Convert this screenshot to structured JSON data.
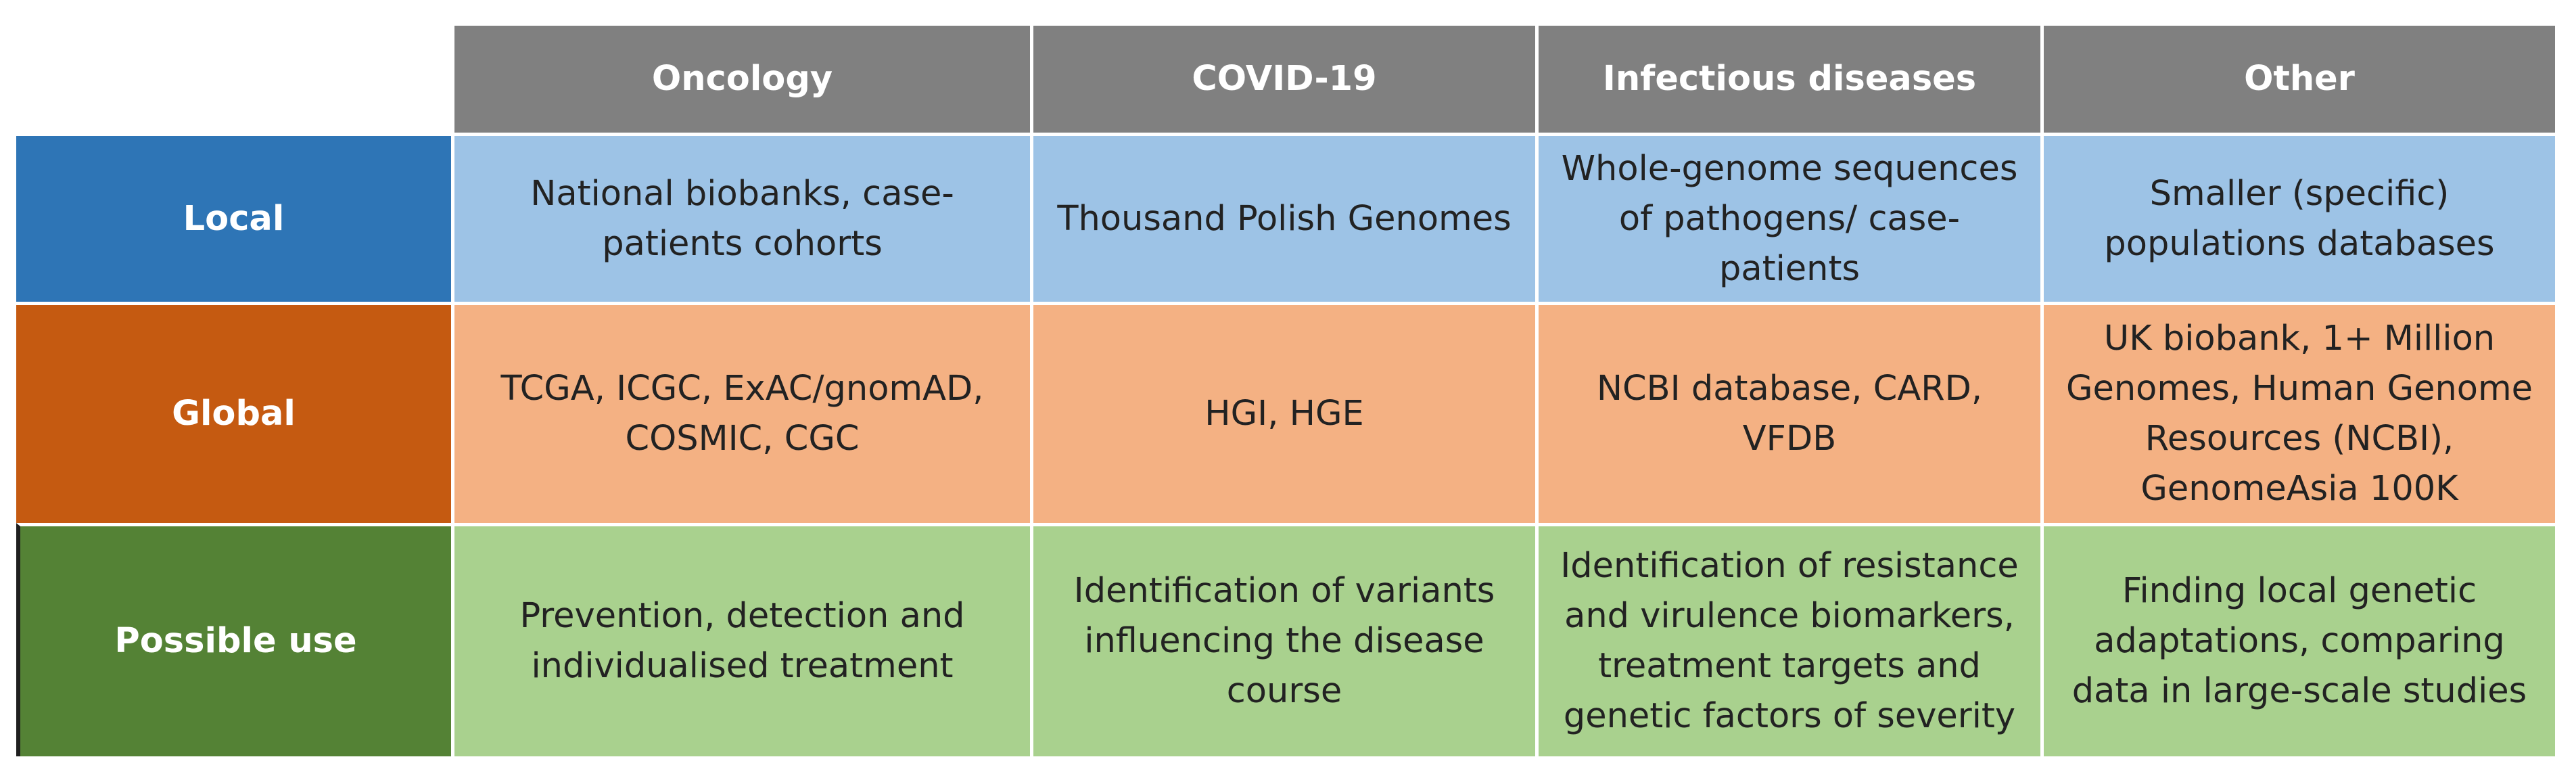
{
  "columns": [
    "Oncology",
    "COVID-19",
    "Infectious diseases",
    "Other"
  ],
  "rows": [
    {
      "label": "Local",
      "cells": [
        "National biobanks, case-patients cohorts",
        "Thousand Polish Genomes",
        "Whole-genome sequences of pathogens/ case-patients",
        "Smaller (specific) populations databases"
      ]
    },
    {
      "label": "Global",
      "cells": [
        "TCGA, ICGC, ExAC/gnomAD, COSMIC, CGC",
        "HGI, HGE",
        "NCBI database, CARD, VFDB",
        "UK biobank, 1+ Million Genomes, Human Genome Resources (NCBI), GenomeAsia 100K"
      ]
    },
    {
      "label": "Possible use",
      "cells": [
        "Prevention, detection and individualised treatment",
        "Identification of variants influencing the disease course",
        "Identification of resistance and virulence biomarkers, treatment targets and genetic factors of severity",
        "Finding local genetic adaptations, comparing data in large-scale studies"
      ]
    }
  ],
  "colors": {
    "header": "#808080",
    "local_head": "#2e75b6",
    "local_body": "#9dc3e6",
    "global_head": "#c55a11",
    "global_body": "#f4b183",
    "use_head": "#548235",
    "use_body": "#a9d18e"
  }
}
